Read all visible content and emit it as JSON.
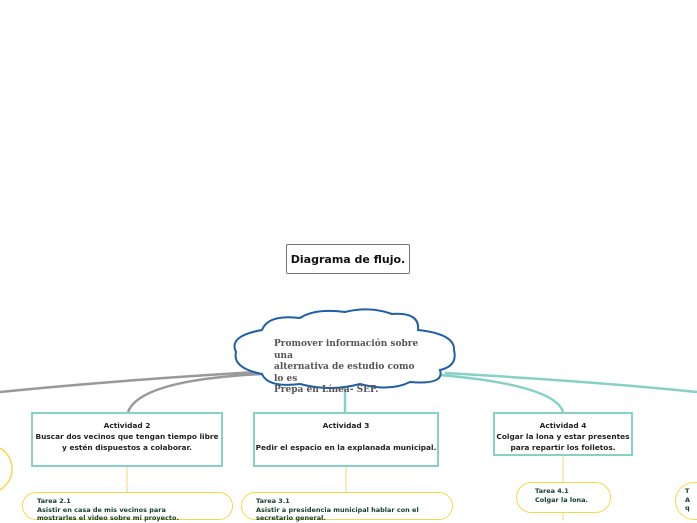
{
  "title": "Diagrama de flujo.",
  "root": {
    "text_lines": [
      "Promover información sobre una",
      "alternativa de estudio como lo es",
      "Prepa en Línea- SEP."
    ]
  },
  "activities": [
    {
      "heading": "Actividad 2",
      "lines": [
        "Buscar dos vecinos que tengan tiempo libre",
        "y estén dispuestos a colaborar."
      ]
    },
    {
      "heading": "Actividad 3",
      "lines": [
        "",
        "Pedir el espacio en la explanada municipal."
      ]
    },
    {
      "heading": "Actividad 4",
      "lines": [
        "Colgar la lona y estar presentes",
        "para repartir los folletos."
      ]
    }
  ],
  "tasks": [
    {
      "heading": "Tarea  2.1",
      "lines": [
        "Asistir en casa de mis vecinos para",
        "mostrarles el video sobre mi proyecto."
      ]
    },
    {
      "heading": "Tarea 3.1",
      "lines": [
        "Asistir a presidencia municipal hablar con el",
        "secretario general."
      ]
    },
    {
      "heading": "Tarea 4.1",
      "lines": [
        "Colgar la lona."
      ]
    },
    {
      "heading": "T",
      "lines": [
        "A",
        "q"
      ]
    }
  ],
  "colors": {
    "gray_link": "#999999",
    "teal_link": "#86d1c6",
    "yellow_link": "#f4d84a",
    "cloud_border": "#1f5fa8"
  }
}
